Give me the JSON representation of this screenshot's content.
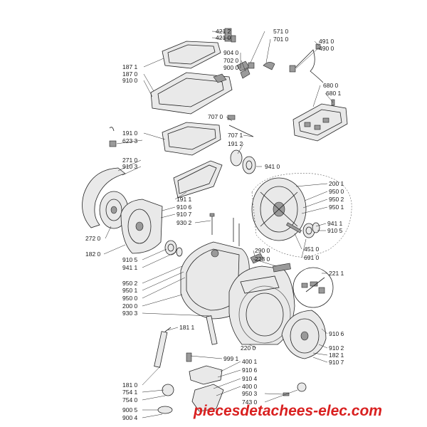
{
  "labels": [
    {
      "id": "421-2",
      "text": "421 2"
    },
    {
      "id": "421-0",
      "text": "421 0"
    },
    {
      "id": "571-0",
      "text": "571 0"
    },
    {
      "id": "701-0",
      "text": "701 0"
    },
    {
      "id": "491-0",
      "text": "491 0"
    },
    {
      "id": "490-0",
      "text": "490 0"
    },
    {
      "id": "904-0",
      "text": "904 0"
    },
    {
      "id": "702-0",
      "text": "702 0"
    },
    {
      "id": "900-0-top",
      "text": "900 0"
    },
    {
      "id": "187-1",
      "text": "187 1"
    },
    {
      "id": "187-0",
      "text": "187 0"
    },
    {
      "id": "910-0",
      "text": "910 0"
    },
    {
      "id": "680-0",
      "text": "680 0"
    },
    {
      "id": "680-1",
      "text": "680 1"
    },
    {
      "id": "707-0",
      "text": "707 0"
    },
    {
      "id": "191-0",
      "text": "191 0"
    },
    {
      "id": "623-3",
      "text": "623 3"
    },
    {
      "id": "707-1",
      "text": "707 1"
    },
    {
      "id": "191-2",
      "text": "191 2"
    },
    {
      "id": "271-0",
      "text": "271 0"
    },
    {
      "id": "910-3",
      "text": "910 3"
    },
    {
      "id": "941-0",
      "text": "941 0"
    },
    {
      "id": "200-1",
      "text": "200 1"
    },
    {
      "id": "950-0-r",
      "text": "950 0"
    },
    {
      "id": "950-2-r",
      "text": "950 2"
    },
    {
      "id": "950-1-r",
      "text": "950 1"
    },
    {
      "id": "191-1",
      "text": "191 1"
    },
    {
      "id": "910-6-a",
      "text": "910 6"
    },
    {
      "id": "910-7-a",
      "text": "910 7"
    },
    {
      "id": "930-2",
      "text": "930 2"
    },
    {
      "id": "941-1-r",
      "text": "941 1"
    },
    {
      "id": "910-5-r",
      "text": "910 5"
    },
    {
      "id": "272-0",
      "text": "272 0"
    },
    {
      "id": "451-0",
      "text": "451 0"
    },
    {
      "id": "691-0",
      "text": "691 0"
    },
    {
      "id": "182-0",
      "text": "182 0"
    },
    {
      "id": "290-0",
      "text": "290 0"
    },
    {
      "id": "223-0",
      "text": "223 0"
    },
    {
      "id": "910-5-l",
      "text": "910 5"
    },
    {
      "id": "941-1-l",
      "text": "941 1"
    },
    {
      "id": "221-1",
      "text": "221 1"
    },
    {
      "id": "950-2-l",
      "text": "950 2"
    },
    {
      "id": "950-1-l",
      "text": "950 1"
    },
    {
      "id": "950-0-l",
      "text": "950 0"
    },
    {
      "id": "200-0",
      "text": "200 0"
    },
    {
      "id": "930-3",
      "text": "930 3"
    },
    {
      "id": "910-6-b",
      "text": "910 6"
    },
    {
      "id": "181-1",
      "text": "181 1"
    },
    {
      "id": "910-2",
      "text": "910 2"
    },
    {
      "id": "182-1",
      "text": "182 1"
    },
    {
      "id": "220-0",
      "text": "220 0"
    },
    {
      "id": "910-7-b",
      "text": "910 7"
    },
    {
      "id": "999-1",
      "text": "999 1"
    },
    {
      "id": "400-1",
      "text": "400 1"
    },
    {
      "id": "910-6-c",
      "text": "910 6"
    },
    {
      "id": "181-0",
      "text": "181 0"
    },
    {
      "id": "910-4-a",
      "text": "910 4"
    },
    {
      "id": "400-0",
      "text": "400 0"
    },
    {
      "id": "754-1",
      "text": "754 1"
    },
    {
      "id": "754-0",
      "text": "754 0"
    },
    {
      "id": "950-3",
      "text": "950 3"
    },
    {
      "id": "743-0",
      "text": "743 0"
    },
    {
      "id": "900-5",
      "text": "900 5"
    },
    {
      "id": "900-4",
      "text": "900 4"
    }
  ],
  "watermark": "piecesdetachees-elec.com"
}
